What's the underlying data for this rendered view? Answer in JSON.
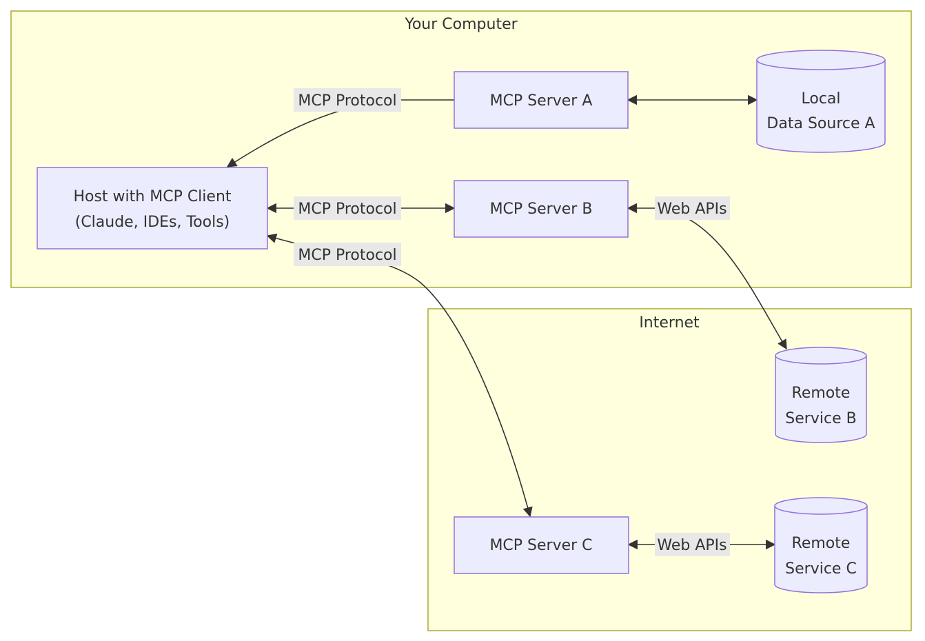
{
  "clusters": {
    "your_computer": "Your Computer",
    "internet": "Internet"
  },
  "nodes": {
    "host": [
      "Host with MCP Client",
      "(Claude, IDEs, Tools)"
    ],
    "server_a": "MCP Server A",
    "server_b": "MCP Server B",
    "server_c": "MCP Server C",
    "local_a": [
      "Local",
      "Data Source A"
    ],
    "remote_b": [
      "Remote",
      "Service B"
    ],
    "remote_c": [
      "Remote",
      "Service C"
    ]
  },
  "edges": {
    "host_server_a": "MCP Protocol",
    "host_server_b": "MCP Protocol",
    "host_server_c": "MCP Protocol",
    "server_b_remote_b": "Web APIs",
    "server_c_remote_c": "Web APIs"
  },
  "colors": {
    "cluster_fill": "#ffffde",
    "cluster_stroke": "#aaaa33",
    "node_fill": "#ececff",
    "node_stroke": "#9370db",
    "edge": "#333333",
    "edge_label_bg": "#e8e8e8"
  }
}
